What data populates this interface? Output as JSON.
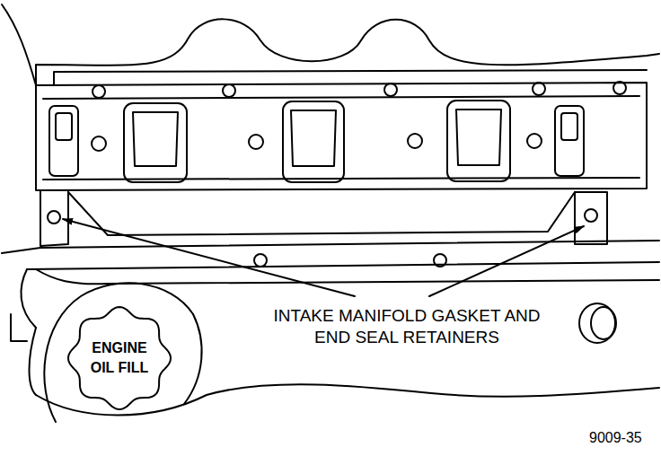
{
  "diagram": {
    "nodes": [
      {
        "text": [
          "ENGINE OIL FILL"
        ]
      }
    ],
    "labels": [
      "INTAKE MANIFOLD GASKET AND END SEAL RETAINERS",
      "9009-35"
    ]
  }
}
